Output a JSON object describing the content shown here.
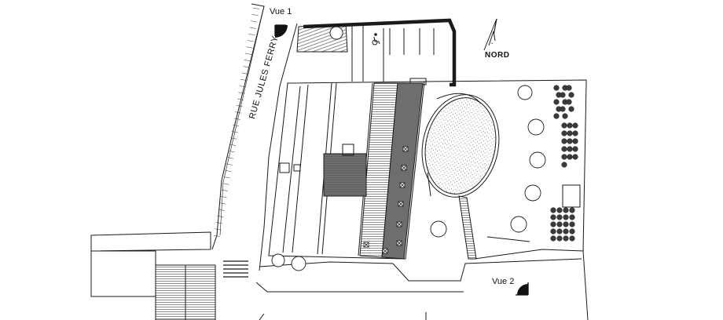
{
  "labels": {
    "view1": "Vue 1",
    "view2": "Vue 2",
    "north": "NORD",
    "street": "RUE JULES FERRY"
  },
  "colors": {
    "line": "#1a1a1a",
    "roof_dark": "#6e6e6e",
    "hatch": "#4a4a4a",
    "tree_fill": "#ffffff",
    "hedge": "#333333",
    "background": "#ffffff"
  },
  "symbols": {
    "parking_disabled": "wheelchair-icon",
    "north": "north-arrow-icon",
    "view_marker": "camera-view-icon"
  }
}
